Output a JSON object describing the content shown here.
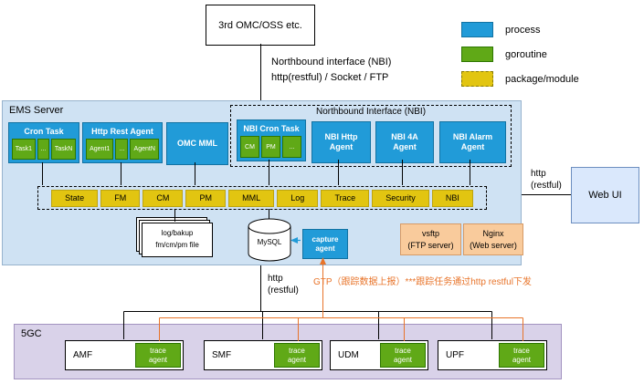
{
  "palette": {
    "process_blue": "#219bd8",
    "goroutine_green": "#60a917",
    "package_yellow": "#e2c511",
    "ems_background": "#cfe2f3",
    "fivegc_background": "#d9d2e9",
    "server_tan": "#f9cb9c",
    "webui_blue": "#dae8fc",
    "trace_link_orange": "#e8742a"
  },
  "legend": {
    "items": [
      {
        "id": "process",
        "label": "process"
      },
      {
        "id": "goroutine",
        "label": "goroutine"
      },
      {
        "id": "package",
        "label": "package/module"
      }
    ]
  },
  "external": {
    "omc_oss": "3rd OMC/OSS etc.",
    "nbi_caption_line1": "Northbound interface (NBI)",
    "nbi_caption_line2": "http(restful) / Socket / FTP",
    "web_ui": "Web UI",
    "webui_link_label": "http\n(restful)"
  },
  "ems": {
    "title": "EMS Server",
    "cron_task": {
      "title": "Cron Task",
      "subs": [
        "Task1",
        "...",
        "TaskN"
      ]
    },
    "http_rest_agent": {
      "title": "Http Rest Agent",
      "subs": [
        "Agent1",
        "...",
        "AgentN"
      ]
    },
    "omc_mml": "OMC MML",
    "nbi": {
      "title": "Northbound Interface (NBI)",
      "cron_task": {
        "title": "NBI Cron Task",
        "subs": [
          "CM",
          "PM",
          "..."
        ]
      },
      "http_agent": "NBI Http\nAgent",
      "fa_agent": "NBI 4A\nAgent",
      "alarm_agent": "NBI Alarm\nAgent"
    },
    "modules": [
      "State",
      "FM",
      "CM",
      "PM",
      "MML",
      "Log",
      "Trace",
      "Security",
      "NBI"
    ],
    "file_store": "log/bakup\nfm/cm/pm file",
    "mysql": "MySQL",
    "capture_agent": "capture\nagent",
    "vsftp": "vsftp\n(FTP server)",
    "nginx": "Nginx\n(Web server)"
  },
  "links": {
    "south_http_label": "http\n(restful)",
    "gtp_note": "GTP（跟踪数据上报）***跟踪任务通过http restful下发"
  },
  "fivegc": {
    "title": "5GC",
    "nodes": [
      {
        "name": "AMF",
        "agent": "trace\nagent"
      },
      {
        "name": "SMF",
        "agent": "trace\nagent"
      },
      {
        "name": "UDM",
        "agent": "trace\nagent"
      },
      {
        "name": "UPF",
        "agent": "trace\nagent"
      }
    ]
  }
}
